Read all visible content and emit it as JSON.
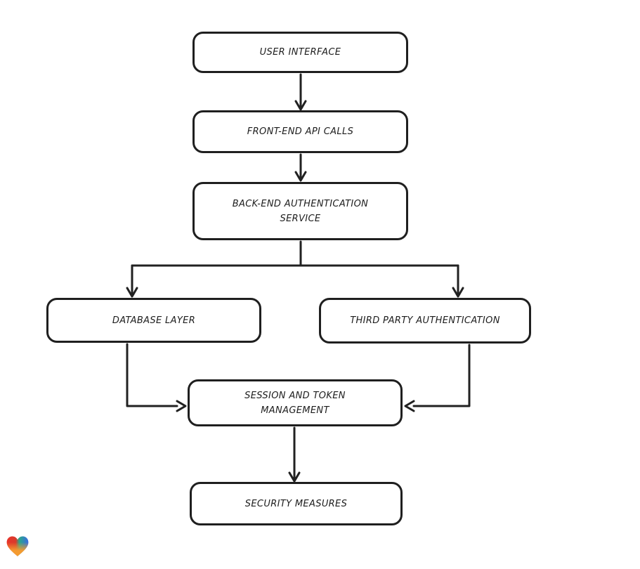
{
  "diagram": {
    "type": "flowchart",
    "direction": "top-down",
    "nodes": [
      {
        "id": "user-interface",
        "lines": [
          "USER INTERFACE"
        ]
      },
      {
        "id": "front-end-api-calls",
        "lines": [
          "FRONT-END API CALLS"
        ]
      },
      {
        "id": "back-end-authentication-service",
        "lines": [
          "BACK-END AUTHENTICATION",
          "SERVICE"
        ]
      },
      {
        "id": "database-layer",
        "lines": [
          "DATABASE LAYER"
        ]
      },
      {
        "id": "third-party-authentication",
        "lines": [
          "THIRD PARTY AUTHENTICATION"
        ]
      },
      {
        "id": "session-and-token-management",
        "lines": [
          "SESSION AND TOKEN",
          "MANAGEMENT"
        ]
      },
      {
        "id": "security-measures",
        "lines": [
          "SECURITY MEASURES"
        ]
      }
    ],
    "edges": [
      {
        "from": "user-interface",
        "to": "front-end-api-calls"
      },
      {
        "from": "front-end-api-calls",
        "to": "back-end-authentication-service"
      },
      {
        "from": "back-end-authentication-service",
        "to": "database-layer"
      },
      {
        "from": "back-end-authentication-service",
        "to": "third-party-authentication"
      },
      {
        "from": "database-layer",
        "to": "session-and-token-management"
      },
      {
        "from": "third-party-authentication",
        "to": "session-and-token-management"
      },
      {
        "from": "session-and-token-management",
        "to": "security-measures"
      }
    ],
    "style": {
      "stroke_color": "#212121",
      "node_fill": "#ffffff",
      "text_color": "#1d1d1d",
      "background": "#ffffff"
    },
    "logo": {
      "name": "eraser-heart",
      "colors": {
        "red": "#e8342a",
        "teal": "#2aa789",
        "blue": "#3b6be2",
        "orange": "#f49b31"
      }
    }
  }
}
